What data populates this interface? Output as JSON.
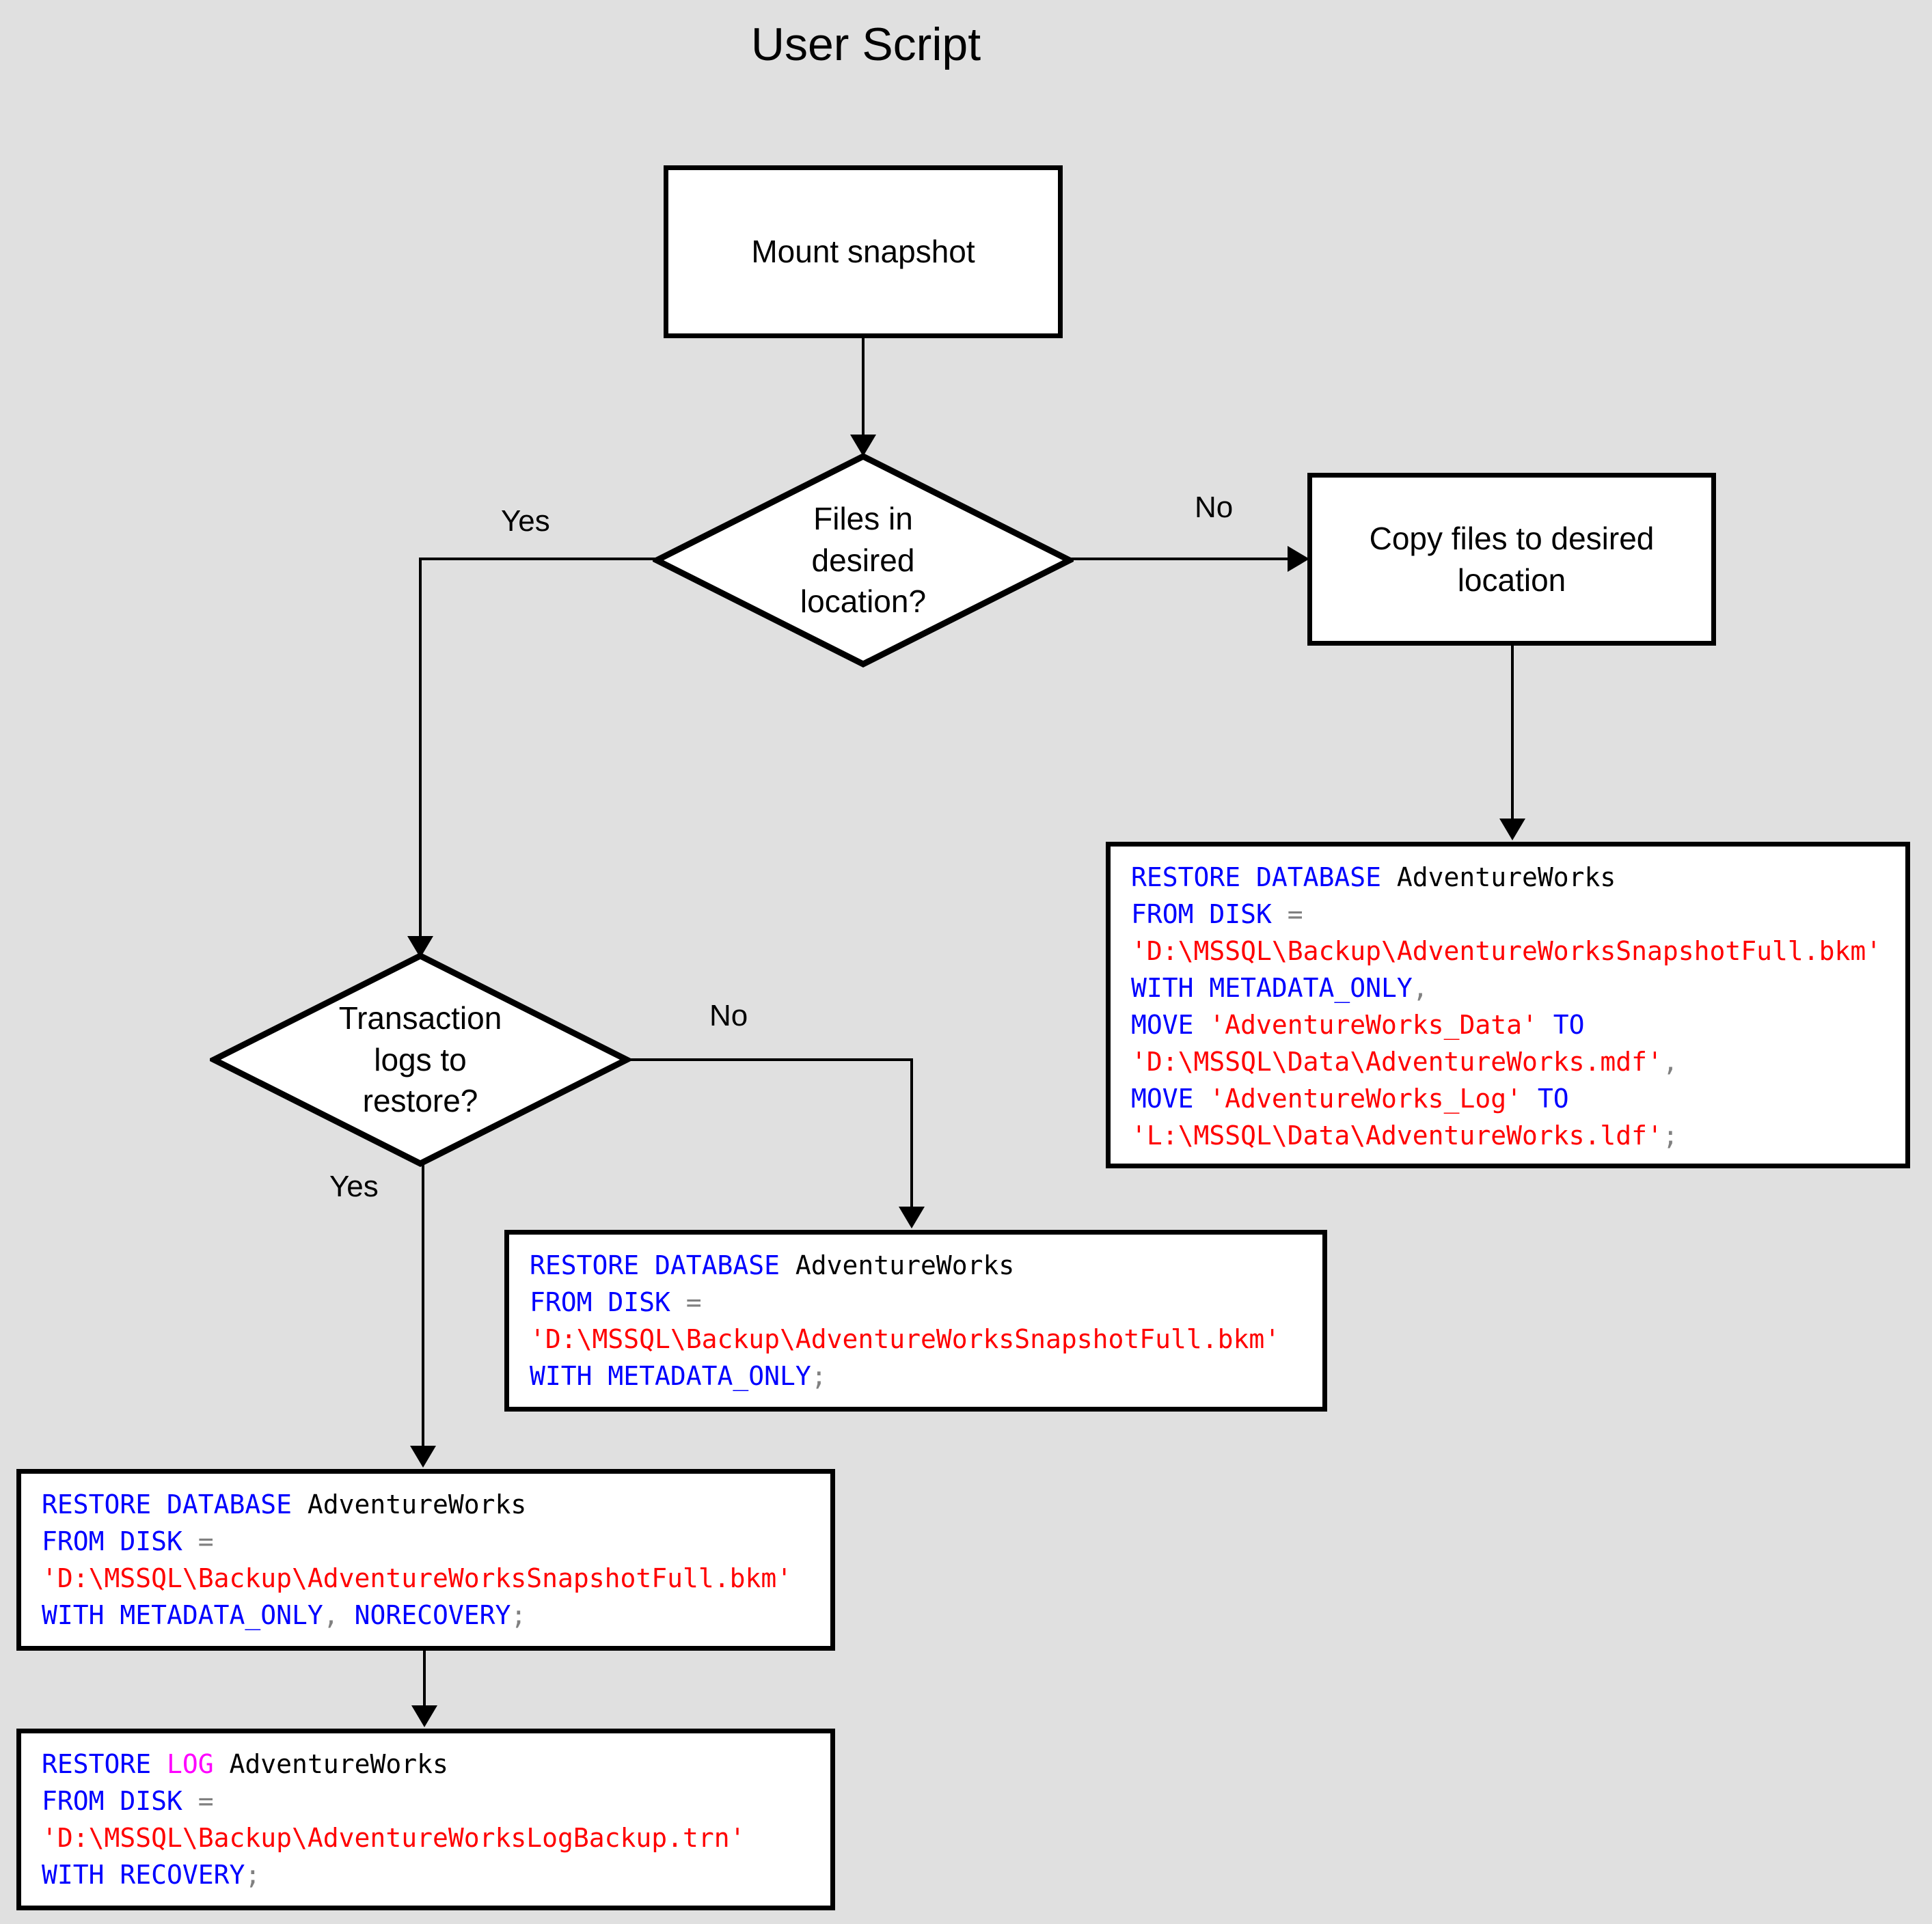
{
  "title": "User Script",
  "palette": {
    "background": "#e0e0e0",
    "node_fill": "#ffffff",
    "line": "#000000",
    "keyword_blue": "#0000ff",
    "string_red": "#ff0000",
    "operator_gray": "#808080",
    "log_magenta": "#ff00ff",
    "identifier_black": "#000000"
  },
  "nodes": {
    "mount_snapshot": {
      "type": "process",
      "label": "Mount snapshot"
    },
    "files_in_desired_location": {
      "type": "decision",
      "label": "Files in\ndesired\nlocation?"
    },
    "copy_files": {
      "type": "process",
      "label": "Copy files to desired\nlocation"
    },
    "transaction_logs": {
      "type": "decision",
      "label": "Transaction\nlogs to\nrestore?"
    }
  },
  "edges": {
    "files_yes": "Yes",
    "files_no": "No",
    "logs_yes": "Yes",
    "logs_no": "No"
  },
  "code_boxes": {
    "restore_with_move": {
      "lines": [
        [
          [
            "kw",
            "RESTORE DATABASE"
          ],
          [
            "id",
            " AdventureWorks"
          ]
        ],
        [
          [
            "kw",
            "FROM DISK"
          ],
          [
            "op",
            " ="
          ]
        ],
        [
          [
            "str",
            "'D:\\MSSQL\\Backup\\AdventureWorksSnapshotFull.bkm'"
          ]
        ],
        [
          [
            "kw",
            "WITH METADATA_ONLY"
          ],
          [
            "op",
            ","
          ]
        ],
        [
          [
            "kw",
            "MOVE"
          ],
          [
            "str",
            " 'AdventureWorks_Data'"
          ],
          [
            "kw",
            " TO"
          ]
        ],
        [
          [
            "str",
            "'D:\\MSSQL\\Data\\AdventureWorks.mdf'"
          ],
          [
            "op",
            ","
          ]
        ],
        [
          [
            "kw",
            "MOVE"
          ],
          [
            "str",
            " 'AdventureWorks_Log'"
          ],
          [
            "kw",
            " TO"
          ]
        ],
        [
          [
            "str",
            "'L:\\MSSQL\\Data\\AdventureWorks.ldf'"
          ],
          [
            "op",
            ";"
          ]
        ]
      ]
    },
    "restore_metadata_only": {
      "lines": [
        [
          [
            "kw",
            "RESTORE DATABASE"
          ],
          [
            "id",
            " AdventureWorks"
          ]
        ],
        [
          [
            "kw",
            "FROM DISK"
          ],
          [
            "op",
            " ="
          ]
        ],
        [
          [
            "str",
            "'D:\\MSSQL\\Backup\\AdventureWorksSnapshotFull.bkm'"
          ]
        ],
        [
          [
            "kw",
            "WITH METADATA_ONLY"
          ],
          [
            "op",
            ";"
          ]
        ]
      ]
    },
    "restore_norecovery": {
      "lines": [
        [
          [
            "kw",
            "RESTORE DATABASE"
          ],
          [
            "id",
            " AdventureWorks"
          ]
        ],
        [
          [
            "kw",
            "FROM DISK"
          ],
          [
            "op",
            " ="
          ]
        ],
        [
          [
            "str",
            "'D:\\MSSQL\\Backup\\AdventureWorksSnapshotFull.bkm'"
          ]
        ],
        [
          [
            "kw",
            "WITH METADATA_ONLY"
          ],
          [
            "op",
            ", "
          ],
          [
            "kw",
            "NORECOVERY"
          ],
          [
            "op",
            ";"
          ]
        ]
      ]
    },
    "restore_log_recovery": {
      "lines": [
        [
          [
            "kw",
            "RESTORE "
          ],
          [
            "log",
            "LOG"
          ],
          [
            "id",
            " AdventureWorks"
          ]
        ],
        [
          [
            "kw",
            "FROM DISK"
          ],
          [
            "op",
            " ="
          ]
        ],
        [
          [
            "str",
            "'D:\\MSSQL\\Backup\\AdventureWorksLogBackup.trn'"
          ]
        ],
        [
          [
            "kw",
            "WITH RECOVERY"
          ],
          [
            "op",
            ";"
          ]
        ]
      ]
    }
  }
}
